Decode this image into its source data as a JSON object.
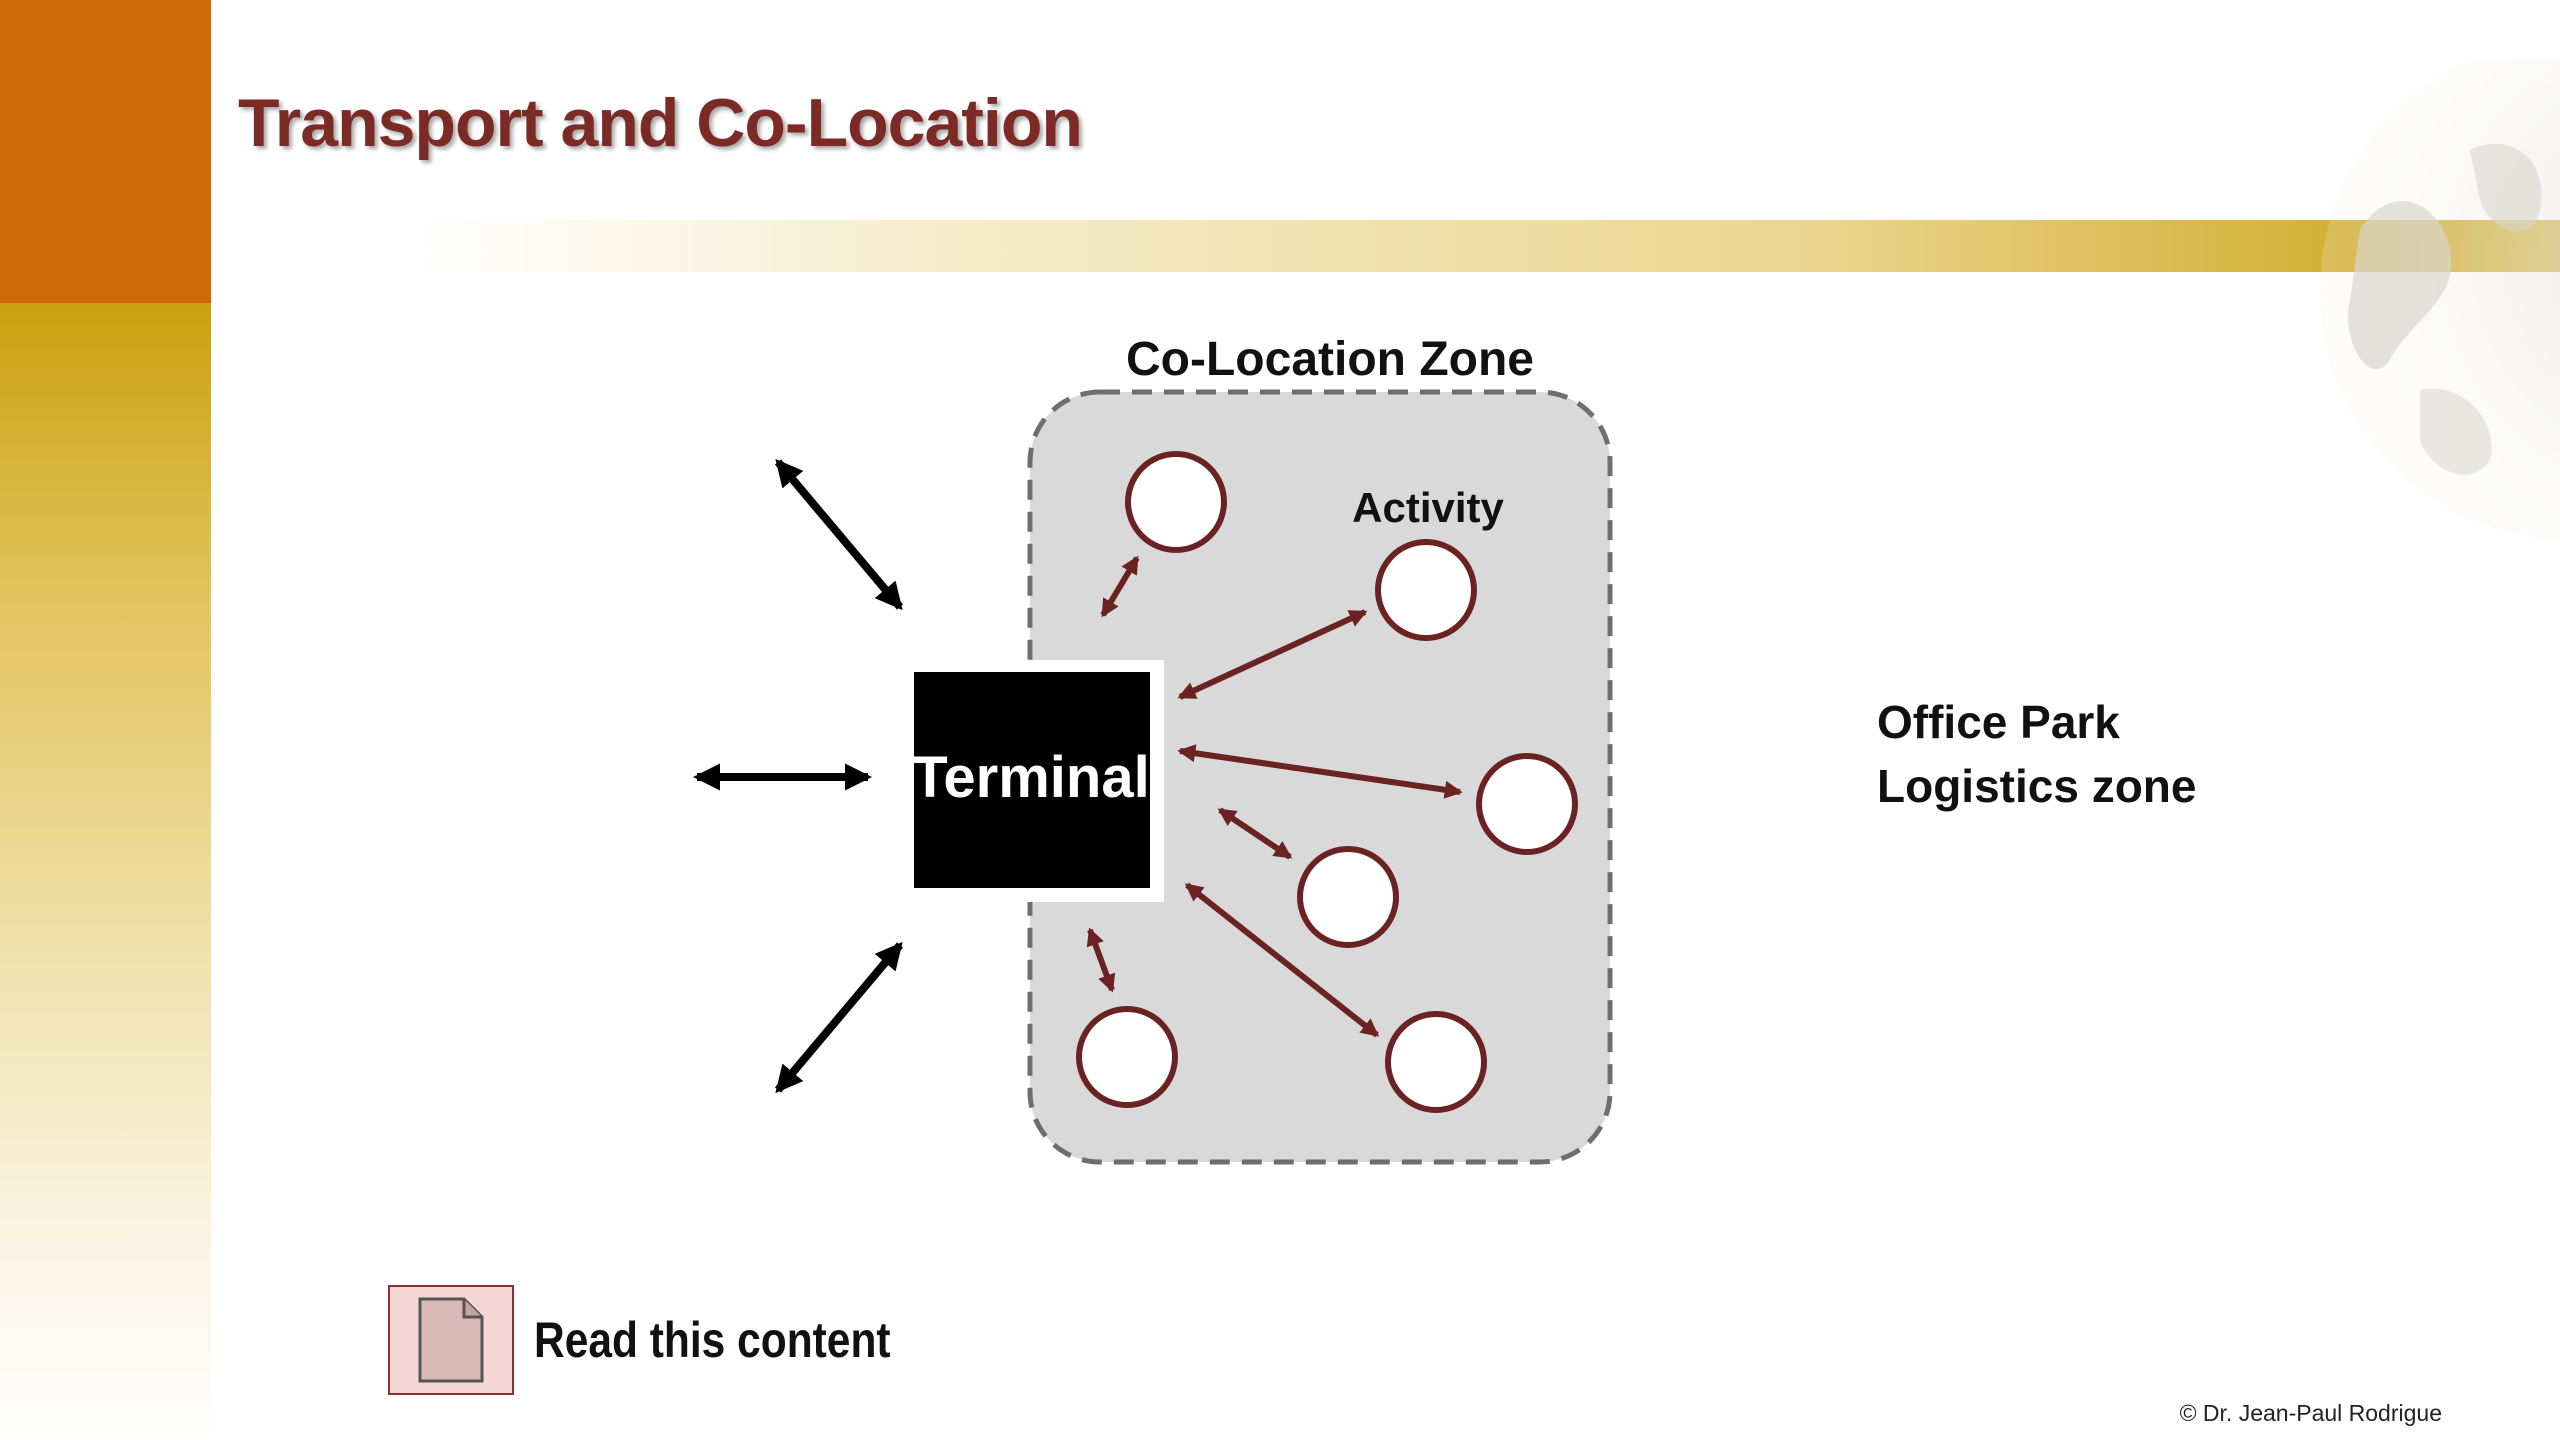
{
  "slide": {
    "title": "Transport and Co-Location",
    "copyright": "© Dr. Jean-Paul Rodrigue"
  },
  "diagram": {
    "zone_label": "Co-Location Zone",
    "terminal_label": "Terminal",
    "activity_label": "Activity",
    "activities_count": 6
  },
  "legend": {
    "line1": "Office Park",
    "line2": "Logistics zone"
  },
  "read_link": {
    "label": "Read this content",
    "icon": "document-icon"
  },
  "colors": {
    "accent_orange": "#cf6806",
    "accent_gold": "#c9a00e",
    "title": "#7b2a26",
    "arrow_internal": "#6b2222",
    "zone_fill": "#d9d9d9",
    "terminal_fill": "#000000"
  }
}
